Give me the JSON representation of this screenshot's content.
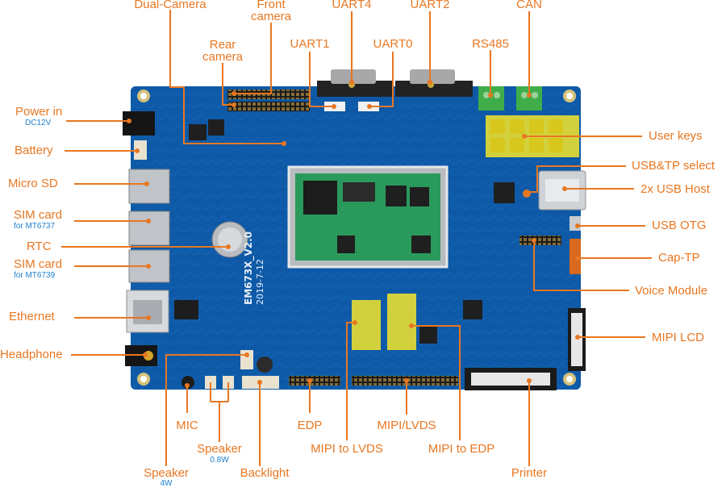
{
  "board": {
    "silkscreen_model": "EM673X_V2.0",
    "silkscreen_date": "2019-7-12"
  },
  "callouts": {
    "dual_camera": "Dual-Camera",
    "front_camera": "Front\ncamera",
    "uart4": "UART4",
    "uart2": "UART2",
    "can": "CAN",
    "rear_camera": "Rear\ncamera",
    "uart1": "UART1",
    "uart0": "UART0",
    "rs485": "RS485",
    "power_in": "Power in",
    "power_in_sub": "DC12V",
    "battery": "Battery",
    "micro_sd": "Micro SD",
    "sim1": "SIM card",
    "sim1_sub": "for MT6737",
    "rtc": "RTC",
    "sim2": "SIM card",
    "sim2_sub": "for MT6739",
    "ethernet": "Ethernet",
    "headphone": "Headphone",
    "user_keys": "User keys",
    "usb_tp_select": "USB&TP select",
    "usb_host": "2x USB Host",
    "usb_otg": "USB OTG",
    "cap_tp": "Cap-TP",
    "voice_module": "Voice Module",
    "mipi_lcd": "MIPI LCD",
    "mic": "MIC",
    "edp": "EDP",
    "mipi_lvds": "MIPI/LVDS",
    "speaker_08": "Speaker",
    "speaker_08_sub": "0.8W",
    "mipi_to_lvds": "MIPI to LVDS",
    "mipi_to_edp": "MIPI to EDP",
    "speaker_4": "Speaker",
    "speaker_4_sub": "4W",
    "backlight": "Backlight",
    "printer": "Printer"
  },
  "colors": {
    "label": "#e87722",
    "sublabel": "#1e7fd0",
    "pcb": "#0e5aa8",
    "pcb_dark": "#0a4585",
    "leader": "#e87722",
    "highlight": "#f5e62a"
  }
}
